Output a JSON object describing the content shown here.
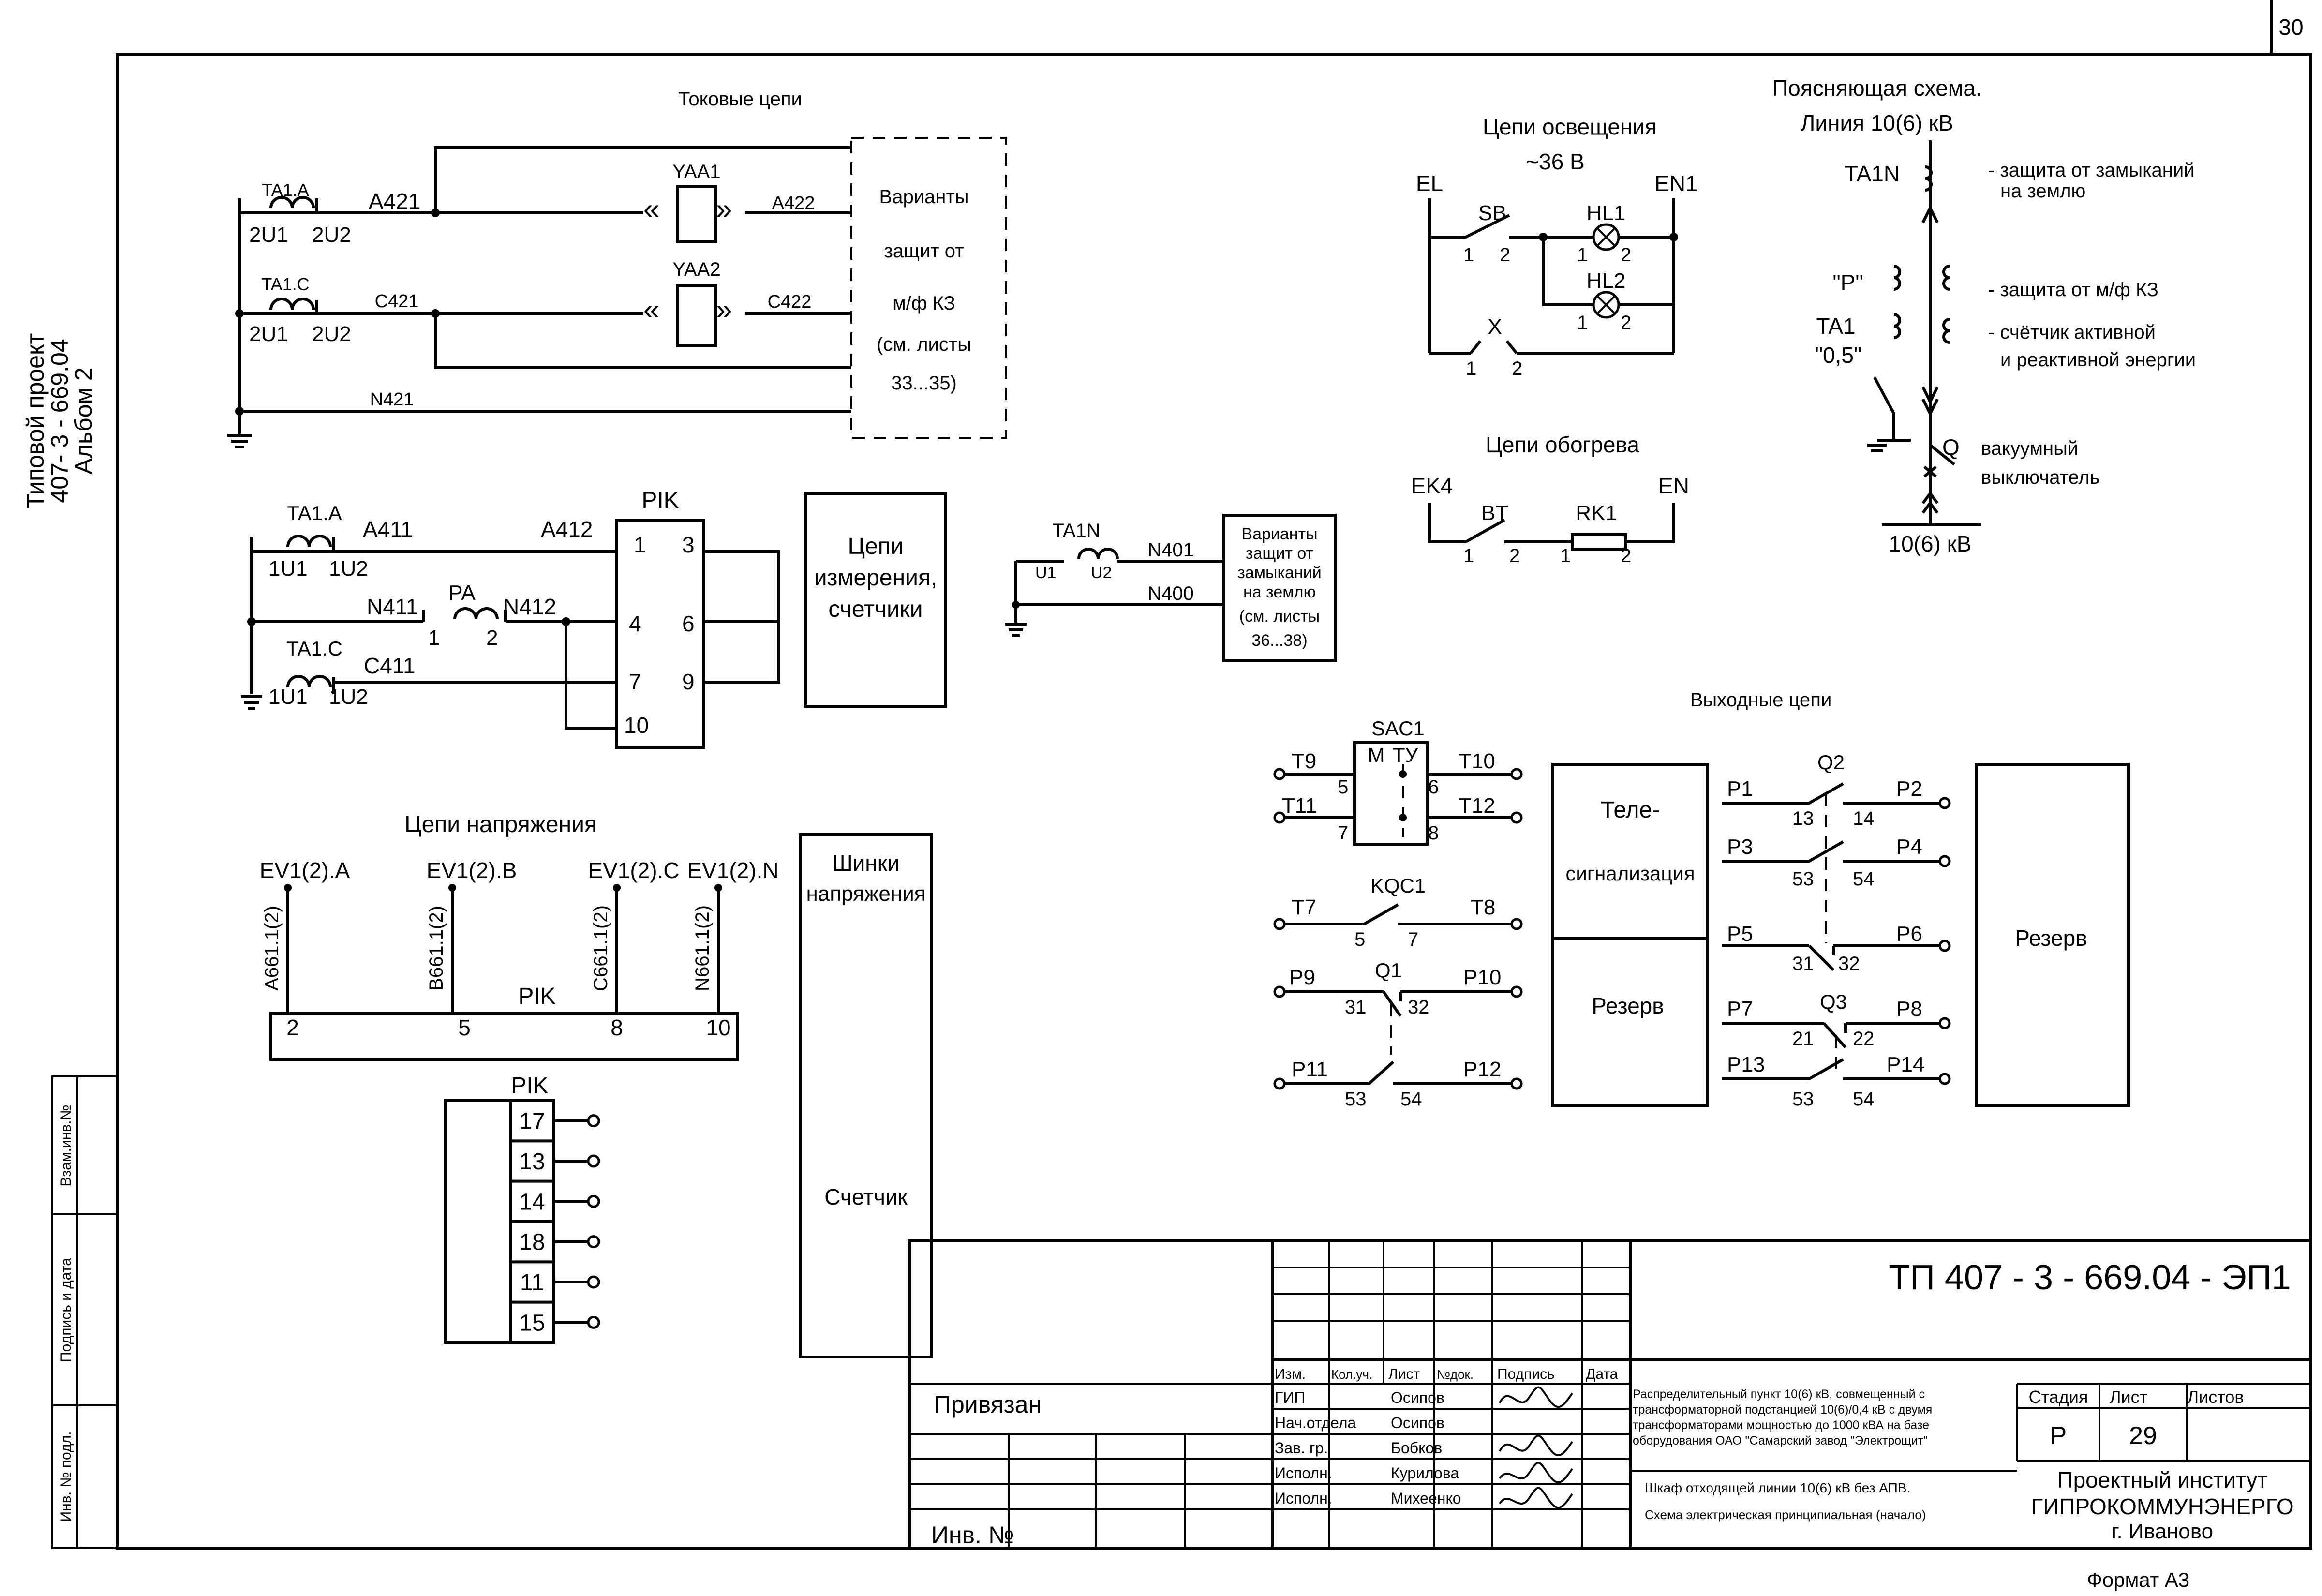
{
  "sheet": {
    "page_number": "30",
    "format": "Формат А3",
    "left_margin_title": [
      "Типовой проект",
      "407- 3 - 669.04",
      "Альбом 2"
    ],
    "side_stamp": [
      "Взам.инв.№",
      "Подпись и дата",
      "Инв. № подл."
    ]
  },
  "current_circuits": {
    "title": "Токовые цепи",
    "ta1a": "TA1.A",
    "ta1c": "TA1.C",
    "a_2u1": "2U1",
    "a_2u2": "2U2",
    "c_2u1": "2U1",
    "c_2u2": "2U2",
    "a421": "A421",
    "c421": "C421",
    "n421": "N421",
    "yaa1": "YAA1",
    "yaa2": "YAA2",
    "a422": "A422",
    "c422": "C422",
    "box": [
      "Варианты",
      "защит от",
      "м/ф КЗ",
      "(см. листы",
      "33...35)"
    ]
  },
  "measurement": {
    "ta1a": "TA1.A",
    "ta1c": "TA1.C",
    "a_1u1": "1U1",
    "a_1u2": "1U2",
    "c_1u1": "1U1",
    "c_1u2": "1U2",
    "a411": "A411",
    "a412": "A412",
    "n411": "N411",
    "n412": "N412",
    "c411": "C411",
    "pa": "PA",
    "pa_1": "1",
    "pa_2": "2",
    "pik": "PIK",
    "pins": [
      "1",
      "3",
      "4",
      "6",
      "7",
      "9",
      "10"
    ],
    "box": [
      "Цепи",
      "измерения,",
      "счетчики"
    ]
  },
  "earth_fault": {
    "ta1n": "TA1N",
    "u1": "U1",
    "u2": "U2",
    "n401": "N401",
    "n400": "N400",
    "box": [
      "Варианты",
      "защит от",
      "замыканий",
      "на землю",
      "(см. листы",
      "36...38)"
    ]
  },
  "lighting": {
    "title": "Цепи освещения",
    "voltage": "~36 В",
    "el": "EL",
    "en1": "EN1",
    "sb": "SB",
    "hl1": "HL1",
    "hl2": "HL2",
    "x": "X",
    "sb_1": "1",
    "sb_2": "2",
    "hl1_1": "1",
    "hl1_2": "2",
    "hl2_1": "1",
    "hl2_2": "2",
    "x_1": "1",
    "x_2": "2"
  },
  "heating": {
    "title": "Цепи обогрева",
    "ek4": "EK4",
    "en": "EN",
    "bt": "BT",
    "rk1": "RK1",
    "bt_1": "1",
    "bt_2": "2",
    "rk_1": "1",
    "rk_2": "2"
  },
  "explanatory": {
    "title": "Поясняющая схема.",
    "line": "Линия 10(6) кВ",
    "ta1n": "TA1N",
    "p_label": "\"P\"",
    "ta1": "TA1",
    "acc": "\"0,5\"",
    "note_earth": [
      "- защита от замыканий",
      "на землю"
    ],
    "note_kz": "- защита от м/ф КЗ",
    "note_meter": [
      "- счётчик активной",
      "и реактивной энергии"
    ],
    "q": "Q",
    "note_breaker": [
      "вакуумный",
      "выключатель"
    ],
    "bus": "10(6) кВ"
  },
  "voltage_circuits": {
    "title": "Цепи напряжения",
    "heads": [
      "EV1(2).A",
      "EV1(2).B",
      "EV1(2).C",
      "EV1(2).N"
    ],
    "wires": [
      "A661.1(2)",
      "B661.1(2)",
      "C661.1(2)",
      "N661.1(2)"
    ],
    "pik": "PIK",
    "pins": [
      "2",
      "5",
      "8",
      "10"
    ],
    "bus_box": [
      "Шинки",
      "напряжения"
    ],
    "meter_box": "Счетчик",
    "pik2": "PIK",
    "pik2_pins": [
      "17",
      "13",
      "14",
      "18",
      "11",
      "15"
    ]
  },
  "output_circuits": {
    "title": "Выходные цепи",
    "sac1": "SAC1",
    "m": "М",
    "tu": "ТУ",
    "t9": "T9",
    "t10": "T10",
    "t11": "T11",
    "t12": "T12",
    "t7": "T7",
    "t8": "T8",
    "sac_5": "5",
    "sac_6": "6",
    "sac_7": "7",
    "sac_8": "8",
    "kqc1": "KQC1",
    "kqc_5": "5",
    "kqc_7": "7",
    "q1": "Q1",
    "p9": "P9",
    "p10": "P10",
    "p11": "P11",
    "p12": "P12",
    "q1_31": "31",
    "q1_32": "32",
    "q1_53": "53",
    "q1_54": "54",
    "tele": [
      "Теле-",
      "сигнализация"
    ],
    "reserve": "Резерв",
    "q2": "Q2",
    "p1": "P1",
    "p2": "P2",
    "p3": "P3",
    "p4": "P4",
    "p5": "P5",
    "p6": "P6",
    "q2_13": "13",
    "q2_14": "14",
    "q2_53": "53",
    "q2_54": "54",
    "q2_31": "31",
    "q2_32": "32",
    "q3": "Q3",
    "p7": "P7",
    "p8": "P8",
    "p13": "P13",
    "p14": "P14",
    "q3_21": "21",
    "q3_22": "22",
    "q3_53": "53",
    "q3_54": "54",
    "reserve_right": "Резерв"
  },
  "title_block": {
    "designation": "ТП  407 - 3 -  669.04 - ЭП1",
    "bound": "Привязан",
    "inv": "Инв. №",
    "col_heads": [
      "Изм.",
      "Кол.уч.",
      "Лист",
      "№док.",
      "Подпись",
      "Дата"
    ],
    "roles": [
      "ГИП",
      "Нач.отдела",
      "Зав. гр.",
      "Исполн.",
      "Исполн."
    ],
    "names": [
      "Осипов",
      "Осипов",
      "Бобков",
      "Курилова",
      "Михеенко"
    ],
    "object": [
      "Распределительный пункт 10(6) кВ, совмещенный с",
      "трансформаторной подстанцией 10(6)/0,4 кВ с двумя",
      "трансформаторами мощностью до 1000 кВА на базе",
      "оборудования ОАО \"Самарский завод \"Электрощит\""
    ],
    "sheet_name": [
      "Шкаф отходящей линии 10(6) кВ без АПВ.",
      "Схема электрическая принципиальная (начало)"
    ],
    "stage_h": "Стадия",
    "list_h": "Лист",
    "lists_h": "Листов",
    "stage": "Р",
    "list": "29",
    "org": [
      "Проектный институт",
      "ГИПРОКОММУНЭНЕРГО",
      "г. Иваново"
    ]
  }
}
